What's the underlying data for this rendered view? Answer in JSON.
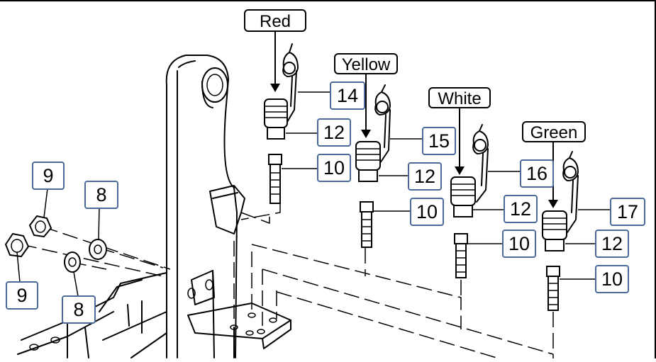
{
  "color_labels": {
    "red": "Red",
    "yellow": "Yellow",
    "white": "White",
    "green": "Green"
  },
  "callouts": {
    "c14": "14",
    "c12a": "12",
    "c10a": "10",
    "c15": "15",
    "c12b": "12",
    "c10b": "10",
    "c16": "16",
    "c12c": "12",
    "c10c": "10",
    "c17": "17",
    "c12d": "12",
    "c10d": "10",
    "c9a": "9",
    "c8a": "8",
    "c9b": "9",
    "c8b": "8"
  }
}
